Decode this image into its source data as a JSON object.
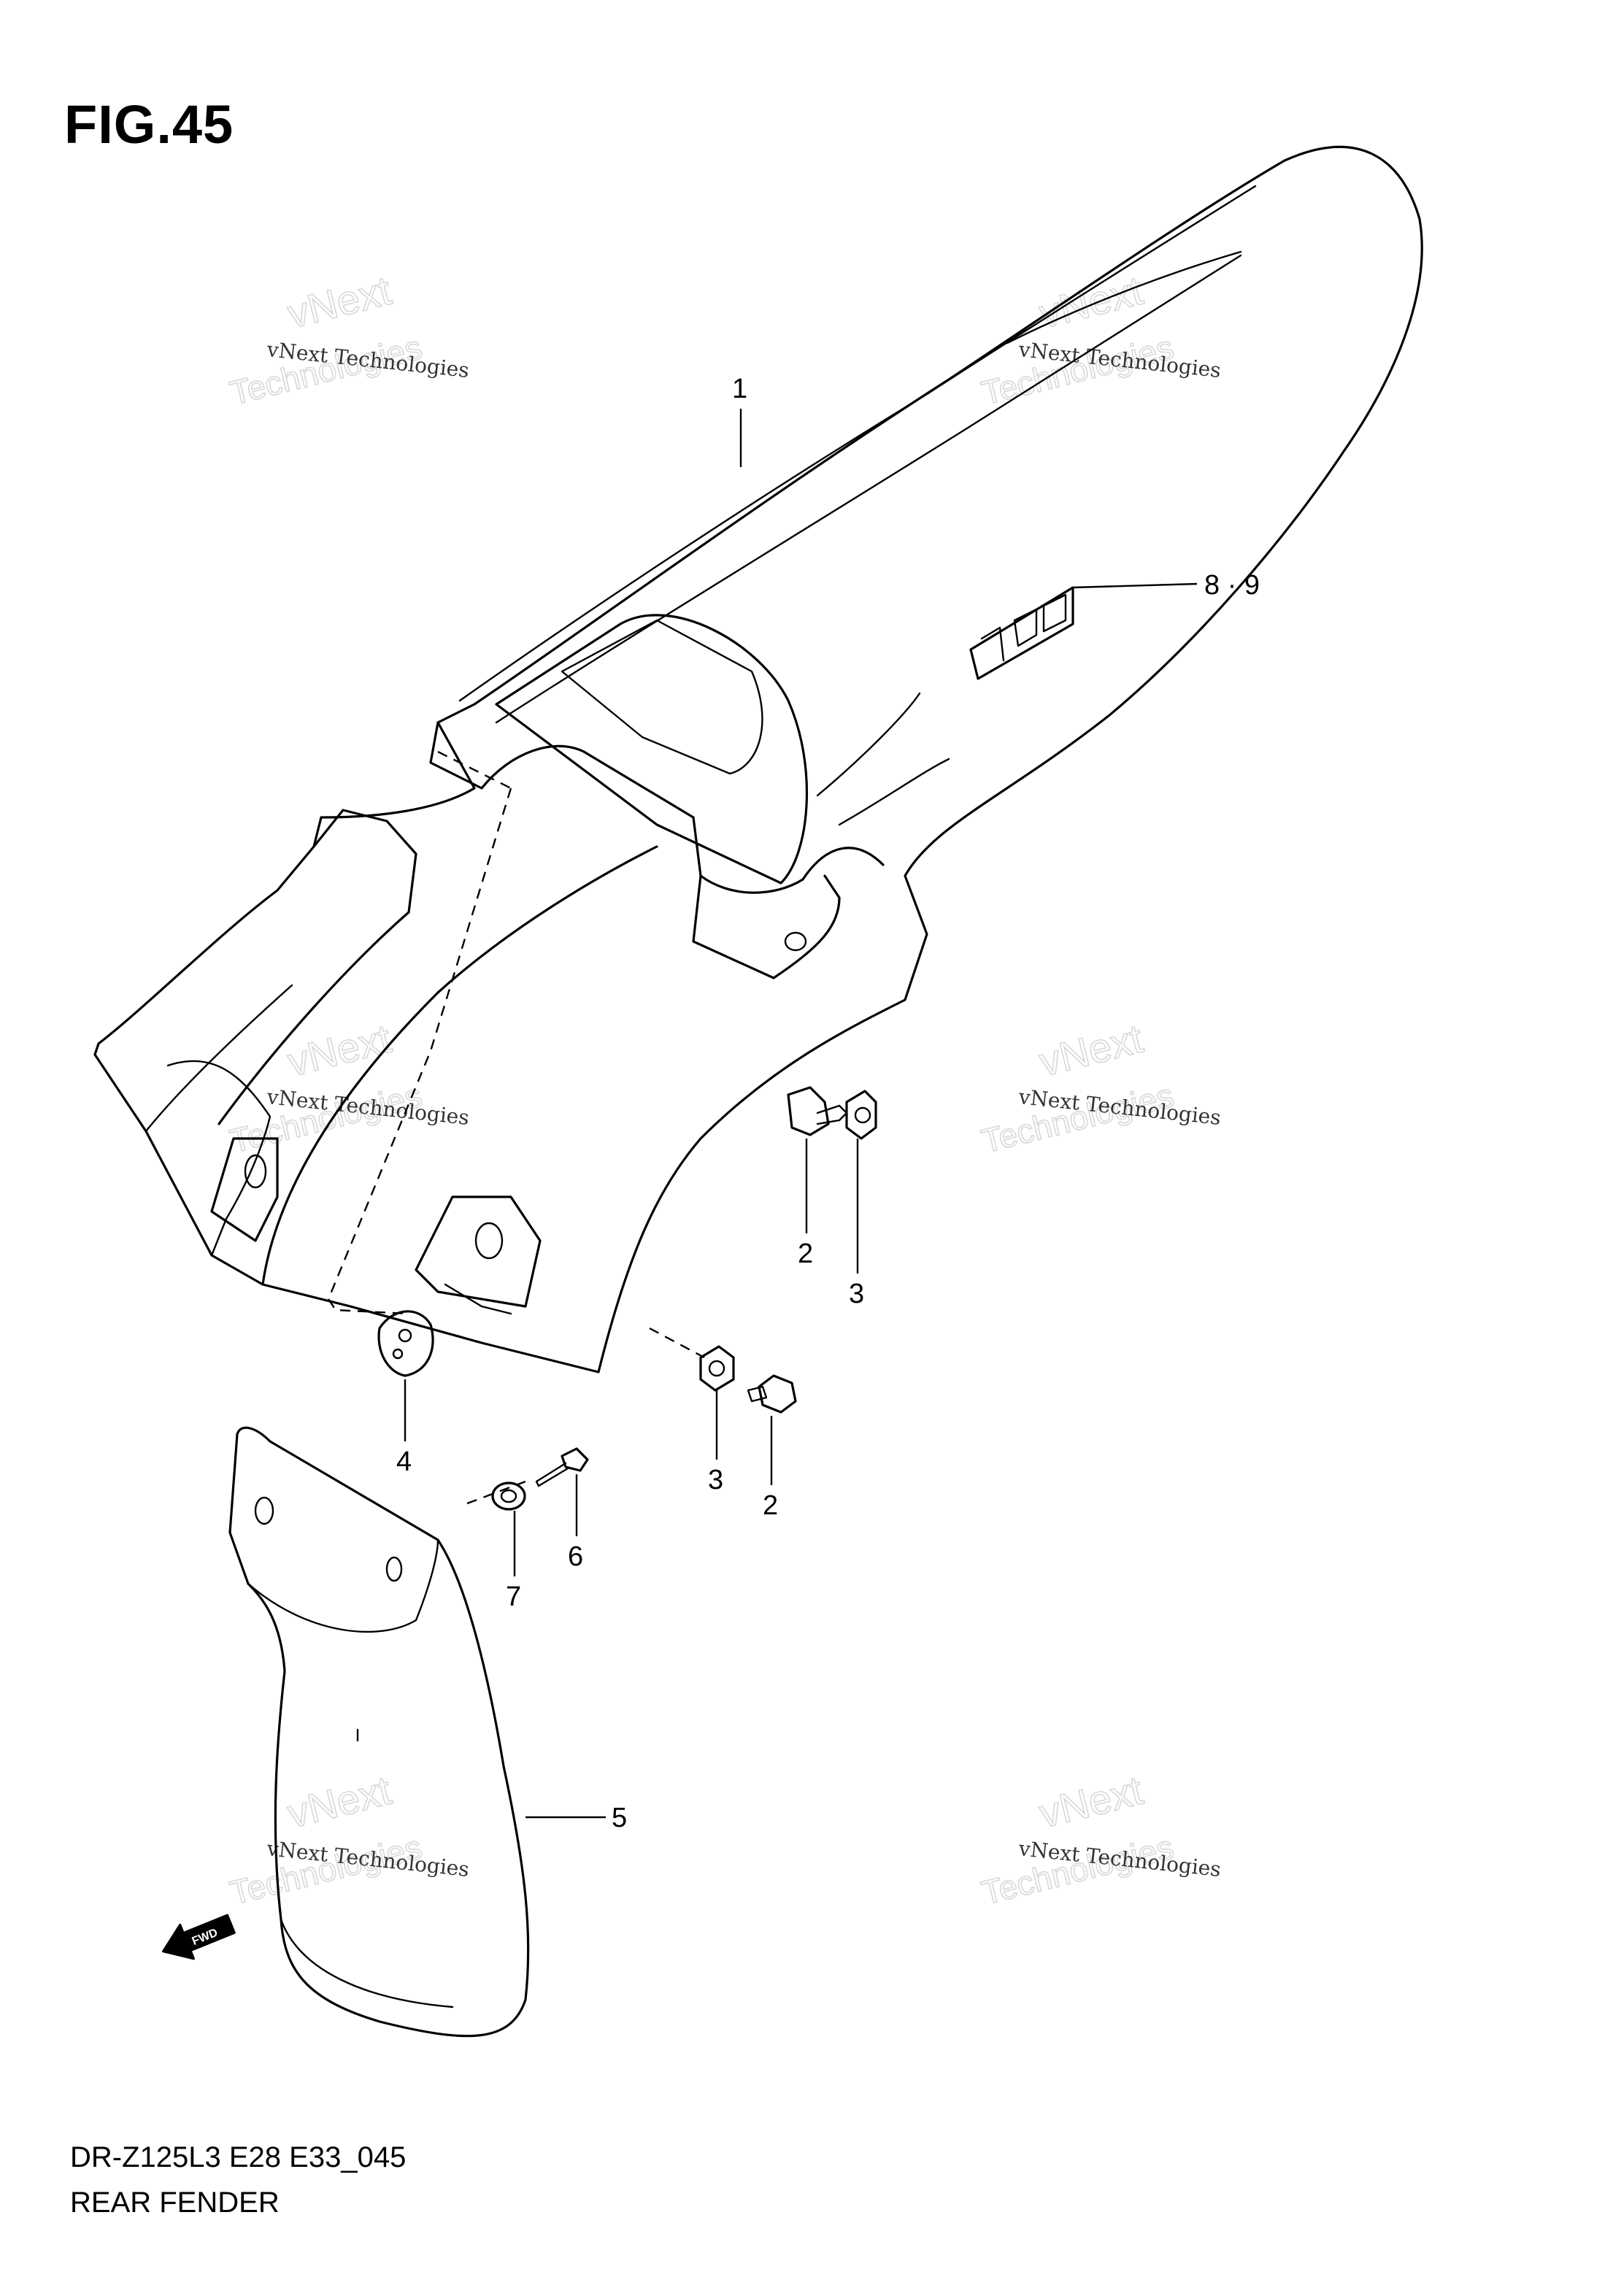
{
  "figure": {
    "title": "FIG.45"
  },
  "footer": {
    "model_code": "DR-Z125L3 E28 E33_045",
    "diagram_name": "REAR FENDER"
  },
  "callouts": [
    {
      "id": "c1",
      "label": "1"
    },
    {
      "id": "c89",
      "label": "8 · 9"
    },
    {
      "id": "c2a",
      "label": "2"
    },
    {
      "id": "c3a",
      "label": "3"
    },
    {
      "id": "c4",
      "label": "4"
    },
    {
      "id": "c3b",
      "label": "3"
    },
    {
      "id": "c2b",
      "label": "2"
    },
    {
      "id": "c6",
      "label": "6"
    },
    {
      "id": "c7",
      "label": "7"
    },
    {
      "id": "c5",
      "label": "5"
    }
  ],
  "fwd_arrow": {
    "label": "FWD"
  },
  "watermark": {
    "line1": "vNext Technologies",
    "line2": "vNext",
    "line3": "Technologies"
  }
}
